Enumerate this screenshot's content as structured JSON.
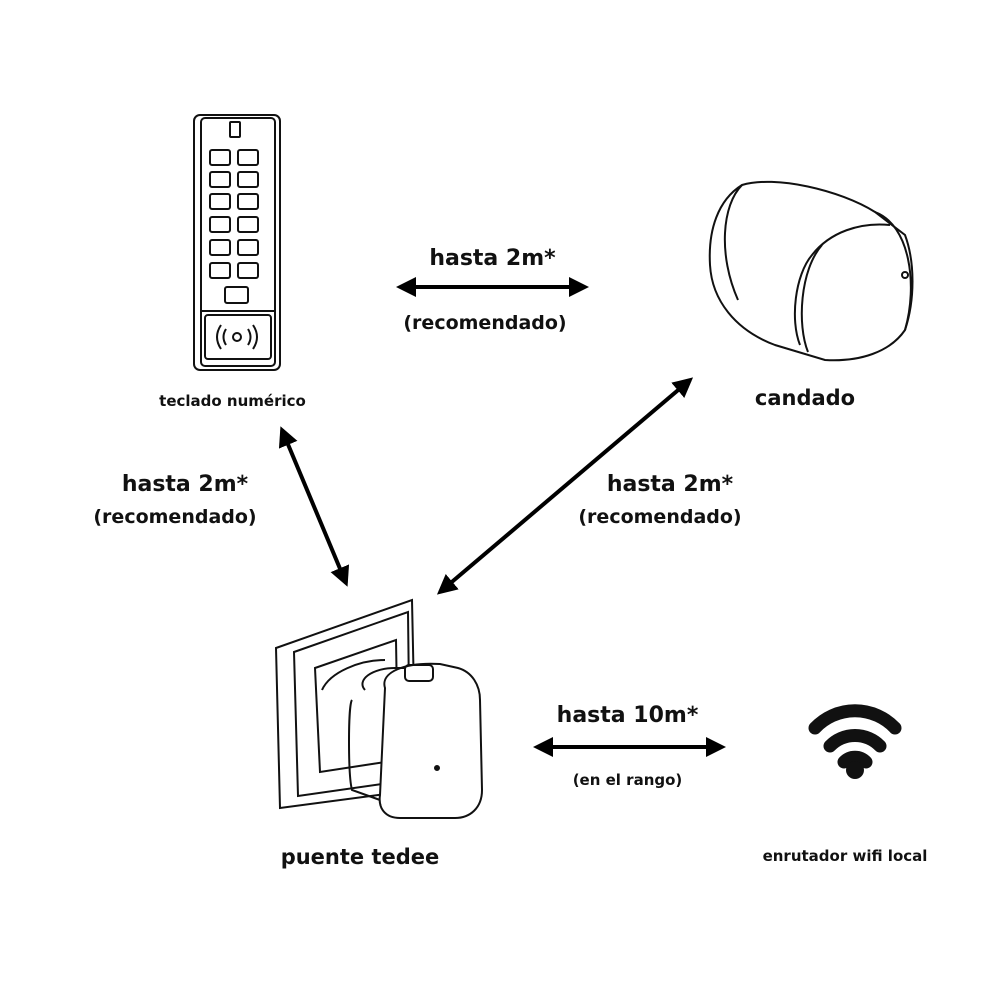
{
  "devices": {
    "keypad": "teclado numérico",
    "lock": "candado",
    "bridge": "puente tedee",
    "router": "enrutador wifi local"
  },
  "links": {
    "keypad_lock": {
      "distance": "hasta 2m*",
      "note": "(recomendado)"
    },
    "keypad_bridge": {
      "distance": "hasta 2m*",
      "note": "(recomendado)"
    },
    "lock_bridge": {
      "distance": "hasta 2m*",
      "note": "(recomendado)"
    },
    "bridge_router": {
      "distance": "hasta 10m*",
      "note": "(en el rango)"
    }
  },
  "icons": {
    "keypad": "keypad-icon",
    "lock": "smart-lock-icon",
    "bridge": "bridge-plug-icon",
    "router": "wifi-icon"
  }
}
